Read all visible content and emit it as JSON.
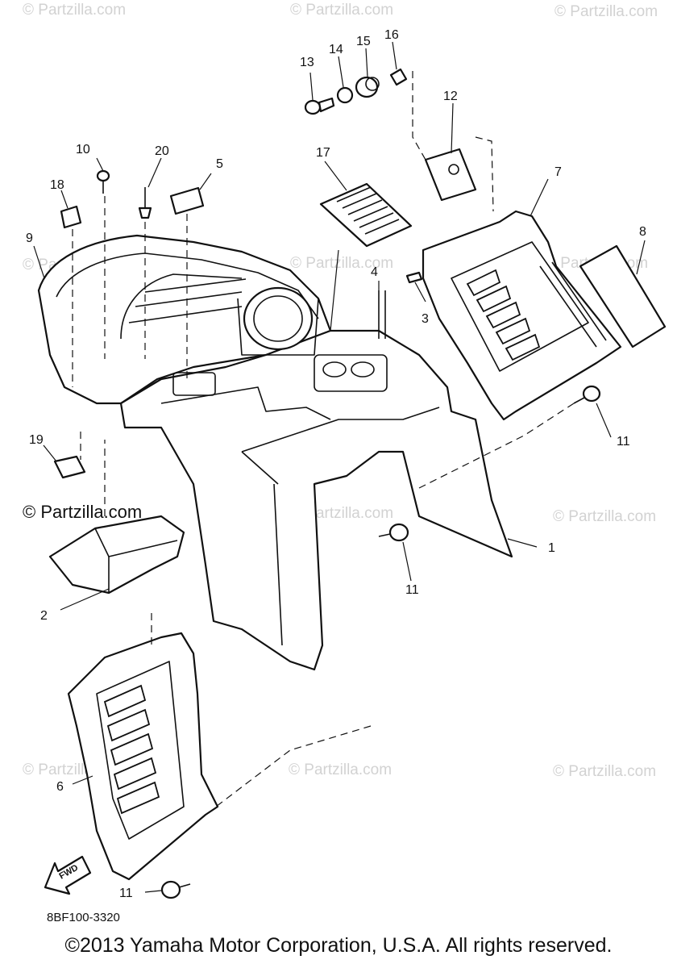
{
  "watermark": "© Partzilla.com",
  "watermark_prominent": "© Partzilla.com",
  "diagram_code": "8BF100-3320",
  "copyright": "©2013  Yamaha Motor Corporation, U.S.A. All rights reserved.",
  "fwd_label": "FWD",
  "callouts": {
    "c1": "1",
    "c2": "2",
    "c3": "3",
    "c4": "4",
    "c5": "5",
    "c6": "6",
    "c7": "7",
    "c8": "8",
    "c9": "9",
    "c10": "10",
    "c11a": "11",
    "c11b": "11",
    "c11c": "11",
    "c12": "12",
    "c13": "13",
    "c14": "14",
    "c15": "15",
    "c16": "16",
    "c17": "17",
    "c18": "18",
    "c19": "19",
    "c20": "20"
  }
}
